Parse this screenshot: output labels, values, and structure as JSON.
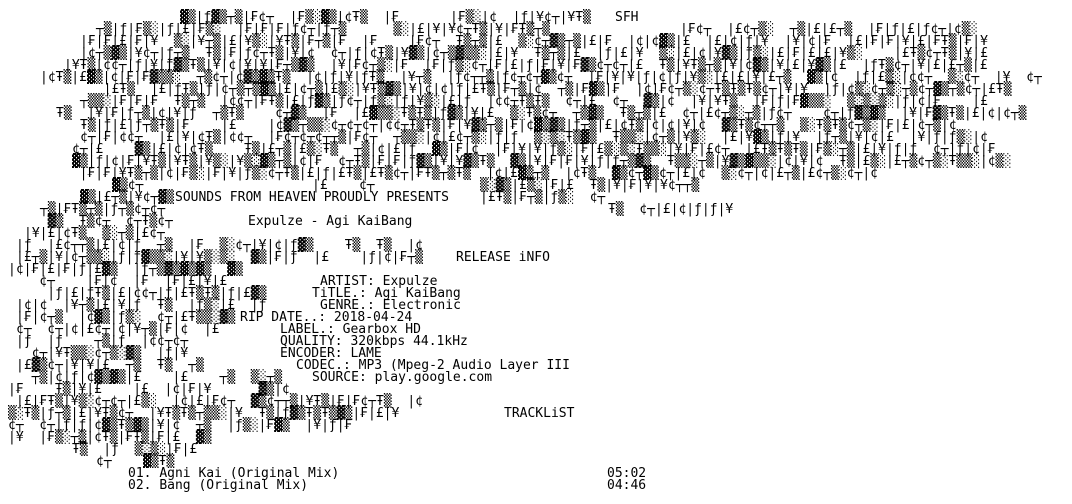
{
  "header": {
    "group_tag": "SFH",
    "presents": "SOUNDS FROM HEAVEN PROUDLY PRESENTS",
    "release_title": "Expulze - Agi KaiBang"
  },
  "release_info": {
    "heading": "RELEASE iNFO",
    "fields": [
      {
        "label": "ARTIST:",
        "value": "Expulze"
      },
      {
        "label": "TiTLE.:",
        "value": "Agi KaiBang"
      },
      {
        "label": "GENRE.:",
        "value": "Electronic"
      },
      {
        "label": "RIP DATE..:",
        "value": "2018-04-24"
      },
      {
        "label": "LABEL.:",
        "value": "Gearbox HD"
      },
      {
        "label": "QUALITY:",
        "value": "320kbps 44.1kHz"
      },
      {
        "label": "ENCODER:",
        "value": "LAME"
      },
      {
        "label": "CODEC.:",
        "value": "MP3 (Mpeg-2 Audio Layer III"
      },
      {
        "label": "SOURCE:",
        "value": "play.google.com"
      }
    ]
  },
  "tracklist": {
    "heading": "TRACKLiST",
    "tracks": [
      {
        "num": "01.",
        "title": "Agni Kai (Original Mix)",
        "length": "05:02"
      },
      {
        "num": "02.",
        "title": "Bang (Original Mix)",
        "length": "04:46"
      }
    ]
  }
}
